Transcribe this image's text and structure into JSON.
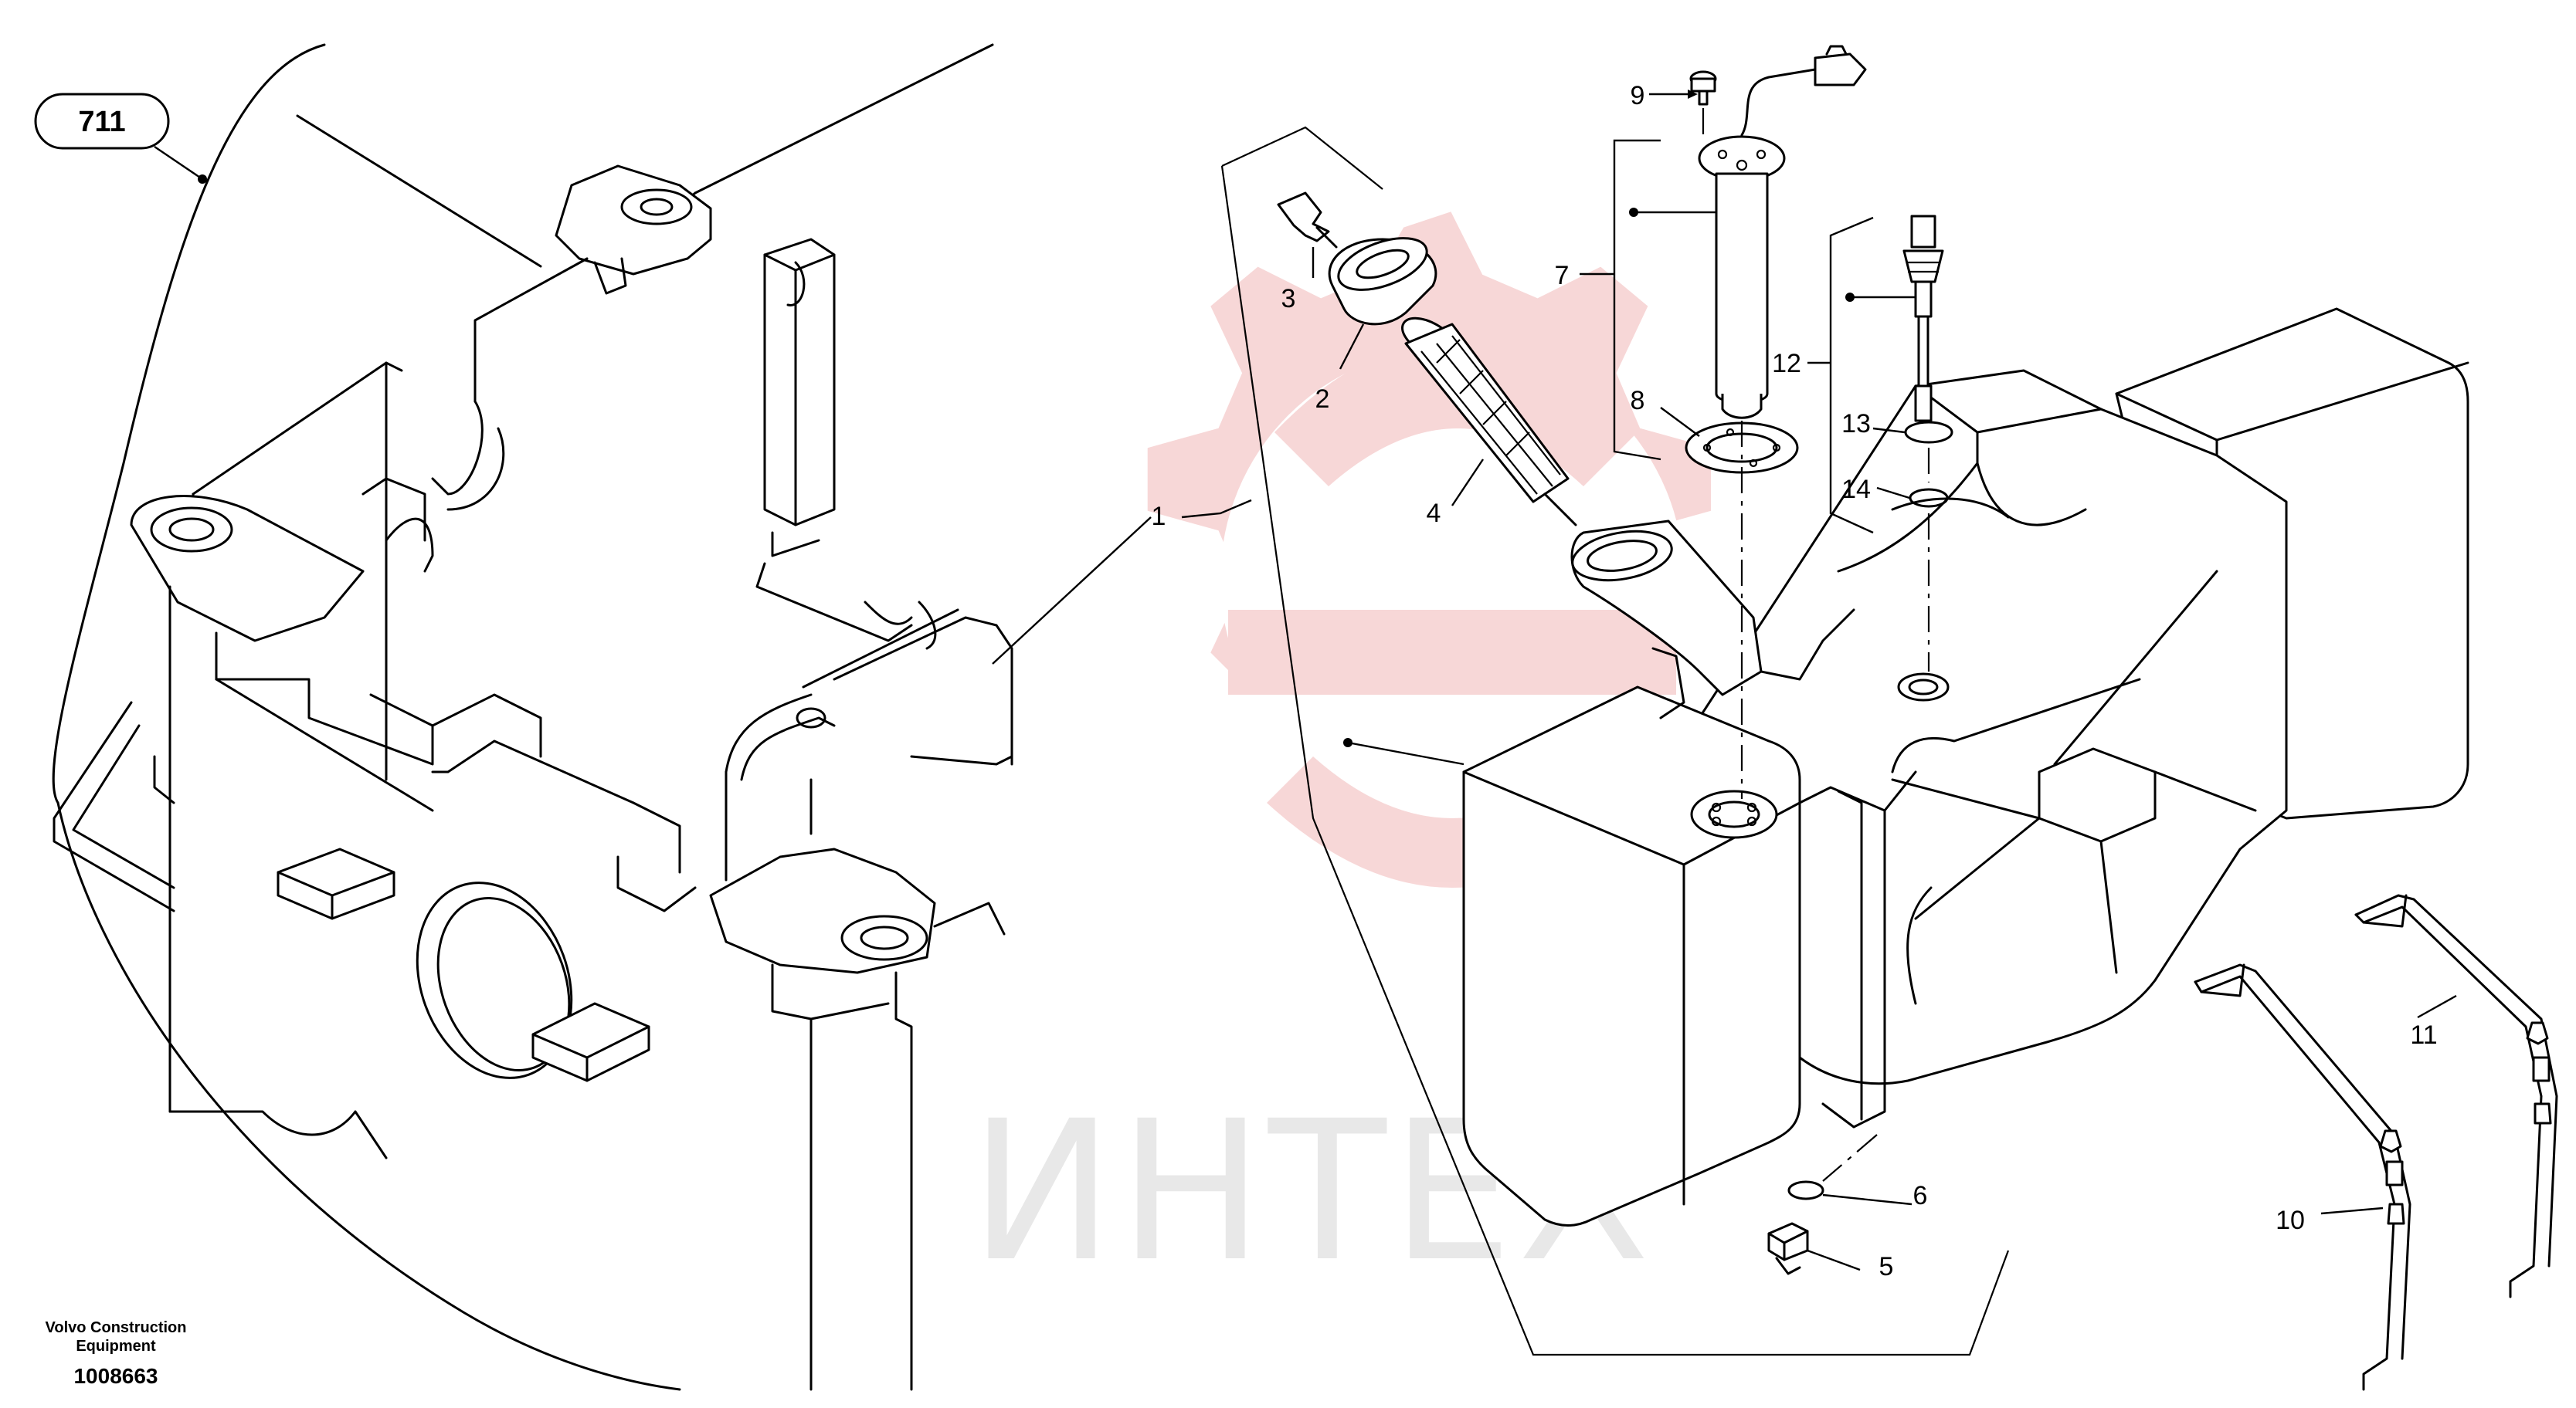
{
  "reference_label": "711",
  "callouts": [
    {
      "id": "1",
      "text": "1"
    },
    {
      "id": "2",
      "text": "2"
    },
    {
      "id": "3",
      "text": "3"
    },
    {
      "id": "4",
      "text": "4"
    },
    {
      "id": "5",
      "text": "5"
    },
    {
      "id": "6",
      "text": "6"
    },
    {
      "id": "7",
      "text": "7"
    },
    {
      "id": "8",
      "text": "8"
    },
    {
      "id": "9",
      "text": "9"
    },
    {
      "id": "10",
      "text": "10"
    },
    {
      "id": "11",
      "text": "11"
    },
    {
      "id": "12",
      "text": "12"
    },
    {
      "id": "13",
      "text": "13"
    },
    {
      "id": "14",
      "text": "14"
    }
  ],
  "footer": {
    "company_line1": "Volvo Construction",
    "company_line2": "Equipment",
    "drawing_number": "1008663"
  },
  "watermark": {
    "text": "ИНТЕХ",
    "color": "#f2b8b8",
    "text_color": "#d6d6d6"
  }
}
